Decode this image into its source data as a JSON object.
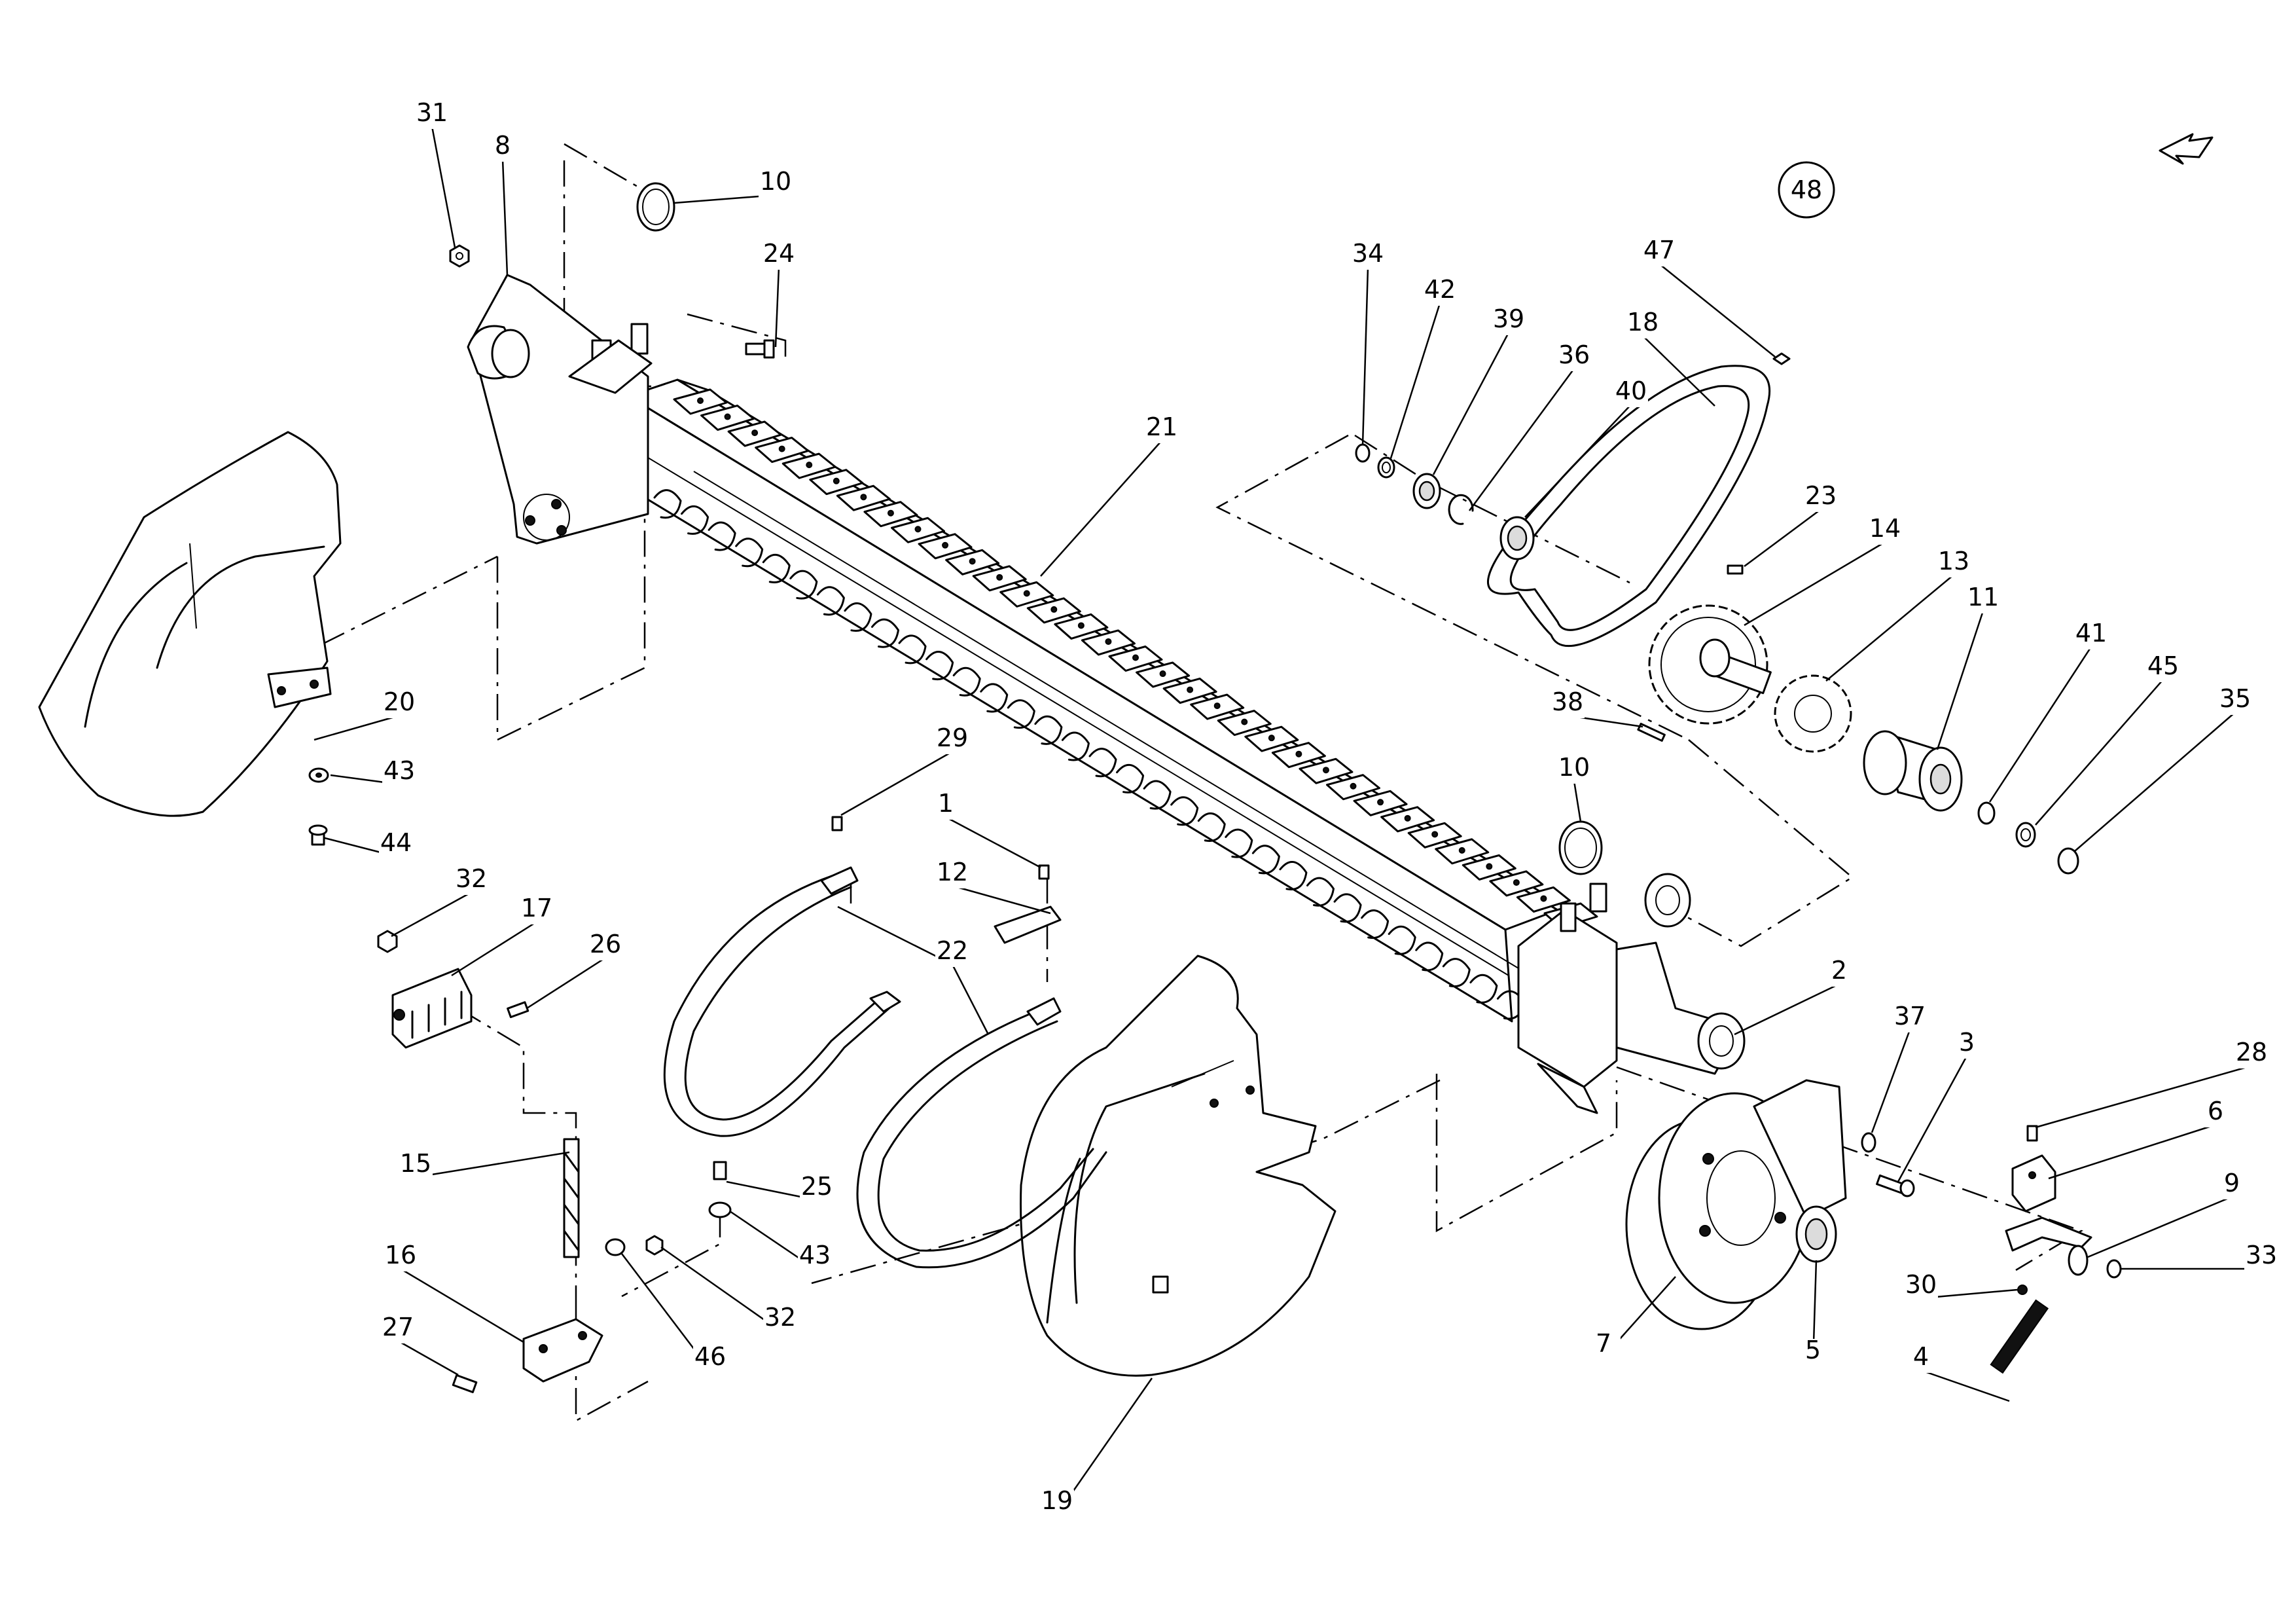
{
  "diagram": {
    "labels": [
      "1",
      "2",
      "3",
      "4",
      "5",
      "6",
      "7",
      "8",
      "9",
      "10",
      "10",
      "11",
      "12",
      "13",
      "14",
      "15",
      "16",
      "17",
      "18",
      "19",
      "20",
      "21",
      "22",
      "22",
      "23",
      "24",
      "25",
      "26",
      "27",
      "28",
      "29",
      "30",
      "31",
      "32",
      "32",
      "33",
      "34",
      "35",
      "36",
      "37",
      "38",
      "39",
      "40",
      "41",
      "42",
      "43",
      "43",
      "44",
      "45",
      "46",
      "47"
    ],
    "page_badge": "48",
    "direction_icon": "arrow-icon"
  }
}
